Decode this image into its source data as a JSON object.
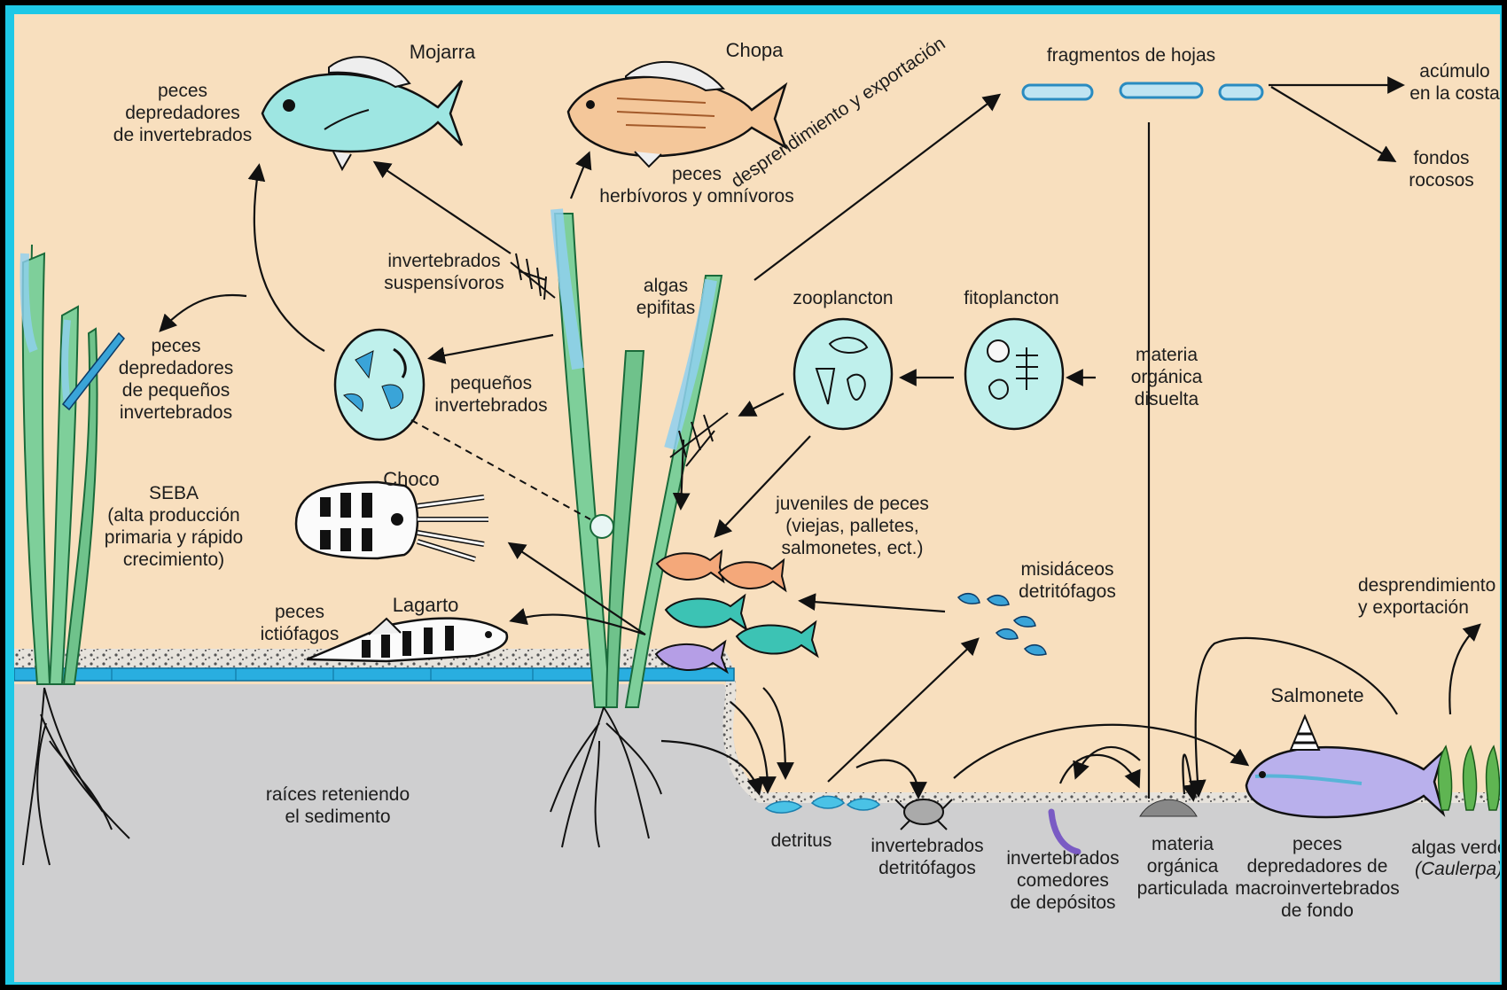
{
  "diagram": {
    "colors": {
      "border": "#1ec8e6",
      "background": "#f8dfbe",
      "sediment": "#cfcfd0",
      "water_line": "#29aee0",
      "seagrass": "#7ecf9a",
      "circles": "#bff0ec"
    },
    "labels": {
      "mojarra": "Mojarra",
      "chopa": "Chopa",
      "fragmentos_hojas": "fragmentos de hojas",
      "acumulo_costa": "acúmulo\nen la costa",
      "fondos_rocosos": "fondos\nrocosos",
      "peces_dep_invert": "peces\ndepredadores\nde invertebrados",
      "peces_herbivoros": "peces\nherbívoros y omnívoros",
      "desprendimiento_exportacion": "desprendimiento y exportación",
      "invert_suspensivoros": "invertebrados\nsuspensívoros",
      "algas_epifitas": "algas\nepifitas",
      "zooplancton": "zooplancton",
      "fitoplancton": "fitoplancton",
      "materia_organica_disuelta": "materia\norgánica\ndisuelta",
      "peces_dep_pequenos_invert": "peces\ndepredadores\nde pequeños\ninvertebrados",
      "pequenos_invert": "pequeños\ninvertebrados",
      "seba": "SEBA\n(alta producción\nprimaria y rápido\ncrecimiento)",
      "choco": "Choco",
      "juveniles_peces": "juveniles de peces\n(viejas, palletes,\nsalmonetes, ect.)",
      "misidaceos": "misidáceos\ndetritófagos",
      "peces_ictiofagos": "peces\nictiófagos",
      "lagarto": "Lagarto",
      "desprendimiento_exportacion_2": "desprendimiento\ny exportación",
      "salmonete": "Salmonete",
      "raices": "raíces reteniendo\nel sedimento",
      "detritus": "detritus",
      "invert_detritofagos": "invertebrados\ndetritófagos",
      "invert_comedores": "invertebrados\ncomedores\nde depósitos",
      "materia_particulada": "materia\norgánica\nparticulada",
      "peces_dep_macroinvert": "peces\ndepredadores de\nmacroinvertebrados\nde fondo",
      "algas_verdes": "algas verdes",
      "caulerpa": "(Caulerpa)"
    }
  }
}
